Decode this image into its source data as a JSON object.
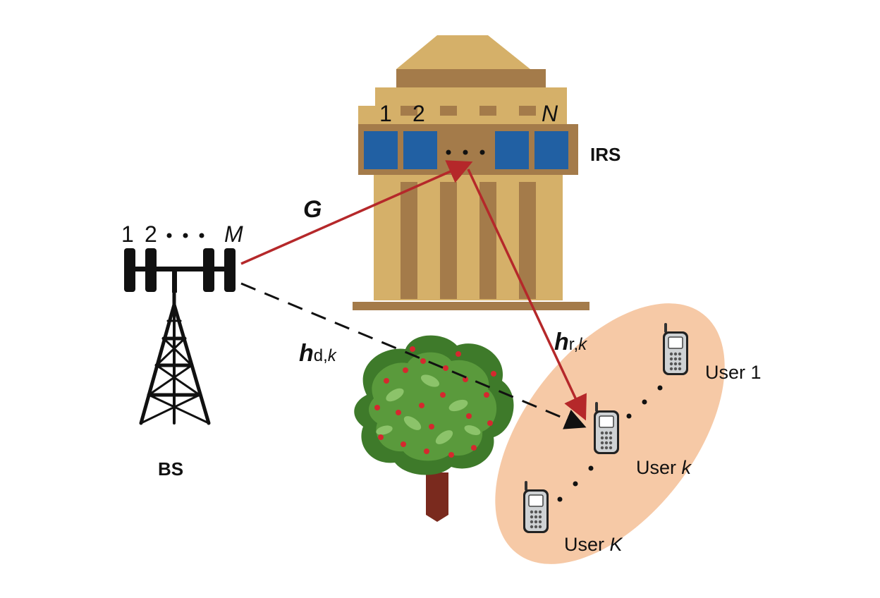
{
  "bs": {
    "label": "BS",
    "antenna_first": "1",
    "antenna_second": "2",
    "antenna_last": "M"
  },
  "irs": {
    "label": "IRS",
    "element_first": "1",
    "element_second": "2",
    "element_last": "N"
  },
  "channels": {
    "bs_irs": {
      "symbol": "G"
    },
    "direct": {
      "symbol": "h",
      "subscript": "d,",
      "subscript_index": "k"
    },
    "reflect": {
      "symbol": "h",
      "subscript": "r,",
      "subscript_index": "k"
    }
  },
  "users": [
    {
      "prefix": "User ",
      "index": "1"
    },
    {
      "prefix": "User ",
      "index": "k"
    },
    {
      "prefix": "User ",
      "index": "K"
    }
  ],
  "colors": {
    "link_red": "#b5282a",
    "building_tan": "#d5b069",
    "building_dark": "#a47b4a",
    "irs_panel_blue": "#2160a3",
    "user_cluster": "#f6c9a6",
    "tree_green": "#5a9a3c",
    "tree_berry": "#d5282e",
    "trunk": "#7a2a1e"
  }
}
